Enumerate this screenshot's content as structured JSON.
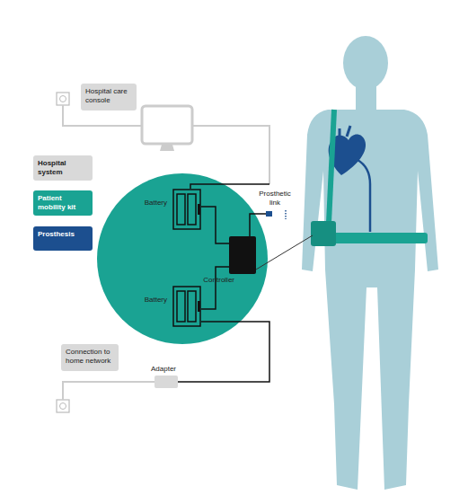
{
  "diagram": {
    "nodes": [
      {
        "text": [
          "Hospital care console"
        ]
      },
      {
        "text": [
          "Battery"
        ]
      },
      {
        "text": [
          "Controller"
        ]
      },
      {
        "text": [
          "Battery"
        ]
      },
      {
        "text": [
          "Connection to home network"
        ]
      },
      {
        "text": [
          "Adapter"
        ]
      }
    ],
    "edges": [
      {
        "from": 1,
        "to": 2,
        "arrow": "none"
      },
      {
        "from": 3,
        "to": 2,
        "arrow": "none"
      },
      {
        "from": 5,
        "to": 3,
        "arrow": "none"
      }
    ],
    "labels": [
      "Prosthetic link"
    ],
    "legend": [
      {
        "text": "Hospital system",
        "color": "#d9d9d9"
      },
      {
        "text": "Patient mobility kit",
        "color": "#1aa393"
      },
      {
        "text": "Prosthesis",
        "color": "#1c4f8f"
      }
    ]
  }
}
